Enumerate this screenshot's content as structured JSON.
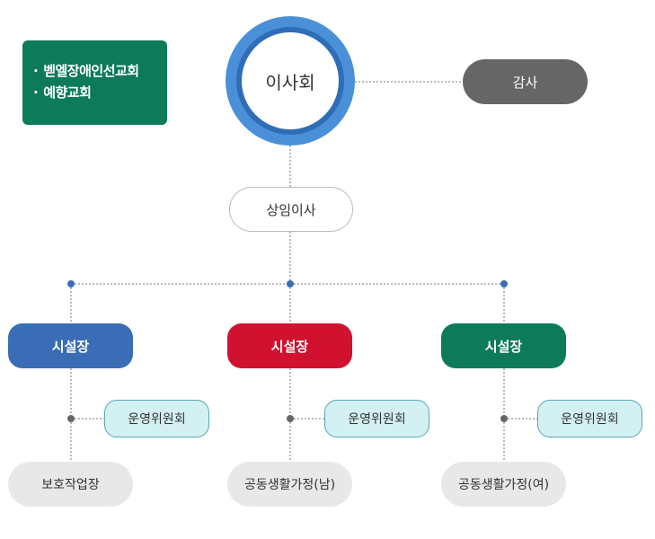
{
  "churches": [
    "벧엘장애인선교회",
    "예향교회"
  ],
  "board": "이사회",
  "audit": "감사",
  "standing_director": "상임이사",
  "branches": [
    {
      "head": "시설장",
      "committee": "운영위원회",
      "facility": "보호작업장",
      "color": "#3a6db5"
    },
    {
      "head": "시설장",
      "committee": "운영위원회",
      "facility": "공동생활가정(남)",
      "color": "#d0112f"
    },
    {
      "head": "시설장",
      "committee": "운영위원회",
      "facility": "공동생활가정(여)",
      "color": "#0d7a5a"
    }
  ],
  "colors": {
    "board_outer": "#4a90d9",
    "board_ring": "#2f6db8",
    "church_box": "#0d7a5a",
    "audit": "#666666",
    "committee_fill": "#d3f0f3",
    "facility_fill": "#e8e8e8"
  }
}
